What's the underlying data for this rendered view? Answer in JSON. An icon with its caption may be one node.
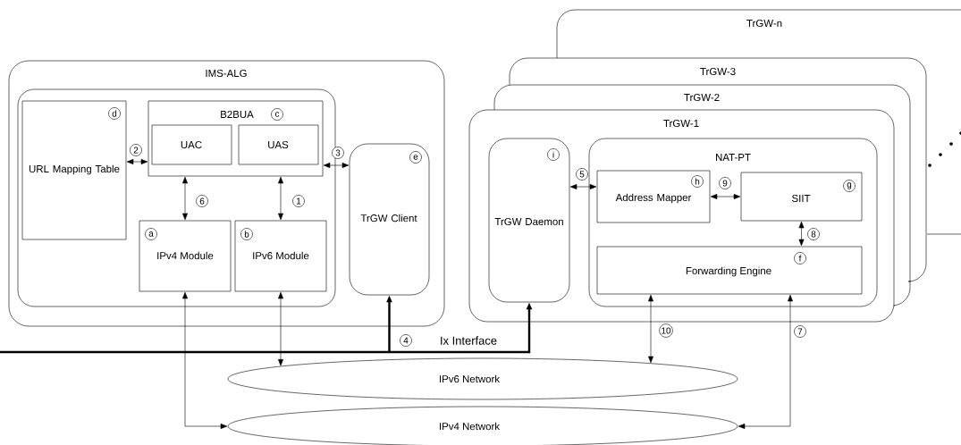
{
  "diagram": {
    "nodes": [
      {
        "text": [
          "IMS-ALG"
        ]
      },
      {
        "text": [],
        "shape": "box",
        "in": 0
      },
      {
        "text": [
          "d",
          "URL Mapping Table"
        ],
        "in": 1
      },
      {
        "text": [
          "B2BUA",
          "c"
        ],
        "in": 1
      },
      {
        "text": [
          "UAC"
        ],
        "in": 3
      },
      {
        "text": [
          "UAS"
        ],
        "in": 3
      },
      {
        "text": [
          "a",
          "IPv4 Module"
        ],
        "in": 1
      },
      {
        "text": [
          "b",
          "IPv6 Module"
        ],
        "in": 1
      },
      {
        "text": [
          "e",
          "TrGW Client"
        ],
        "in": 0
      },
      {
        "text": [
          "TrGW-n"
        ]
      },
      {
        "text": [
          "TrGW-3"
        ]
      },
      {
        "text": [
          "TrGW-2"
        ]
      },
      {
        "text": [
          "TrGW-1"
        ]
      },
      {
        "text": [
          "i",
          "TrGW Daemon"
        ],
        "in": 12
      },
      {
        "text": [
          "NAT-PT"
        ],
        "in": 12
      },
      {
        "text": [
          "h",
          "Address Mapper"
        ],
        "in": 14
      },
      {
        "text": [
          "g",
          "SIIT"
        ],
        "in": 14
      },
      {
        "text": [
          "f",
          "Forwarding Engine"
        ],
        "in": 14
      },
      {
        "text": [
          "IPv6 Network"
        ]
      },
      {
        "text": [
          "IPv4 Network"
        ]
      }
    ],
    "edges": [
      {
        "from": 2,
        "to": 3,
        "arrow": "both",
        "label": "2"
      },
      {
        "from": 3,
        "to": 8,
        "arrow": "both",
        "label": "3"
      },
      {
        "from": 3,
        "to": 6,
        "arrow": "both",
        "label": "6"
      },
      {
        "from": 3,
        "to": 7,
        "arrow": "both",
        "label": "1"
      },
      {
        "from": 6,
        "to": 19,
        "arrow": "both"
      },
      {
        "from": 7,
        "to": 18,
        "arrow": "both"
      },
      {
        "from": 8,
        "to": 13,
        "arrow": "both",
        "label": "4",
        "style": "thick"
      },
      {
        "from": 13,
        "to": 15,
        "arrow": "both",
        "label": "5"
      },
      {
        "from": 15,
        "to": 16,
        "arrow": "both",
        "label": "9"
      },
      {
        "from": 16,
        "to": 17,
        "arrow": "both",
        "label": "8"
      },
      {
        "from": 17,
        "to": 18,
        "arrow": "both",
        "label": "10"
      },
      {
        "from": 17,
        "to": 19,
        "arrow": "both",
        "label": "7"
      }
    ],
    "labels": [
      "Ix Interface"
    ]
  }
}
